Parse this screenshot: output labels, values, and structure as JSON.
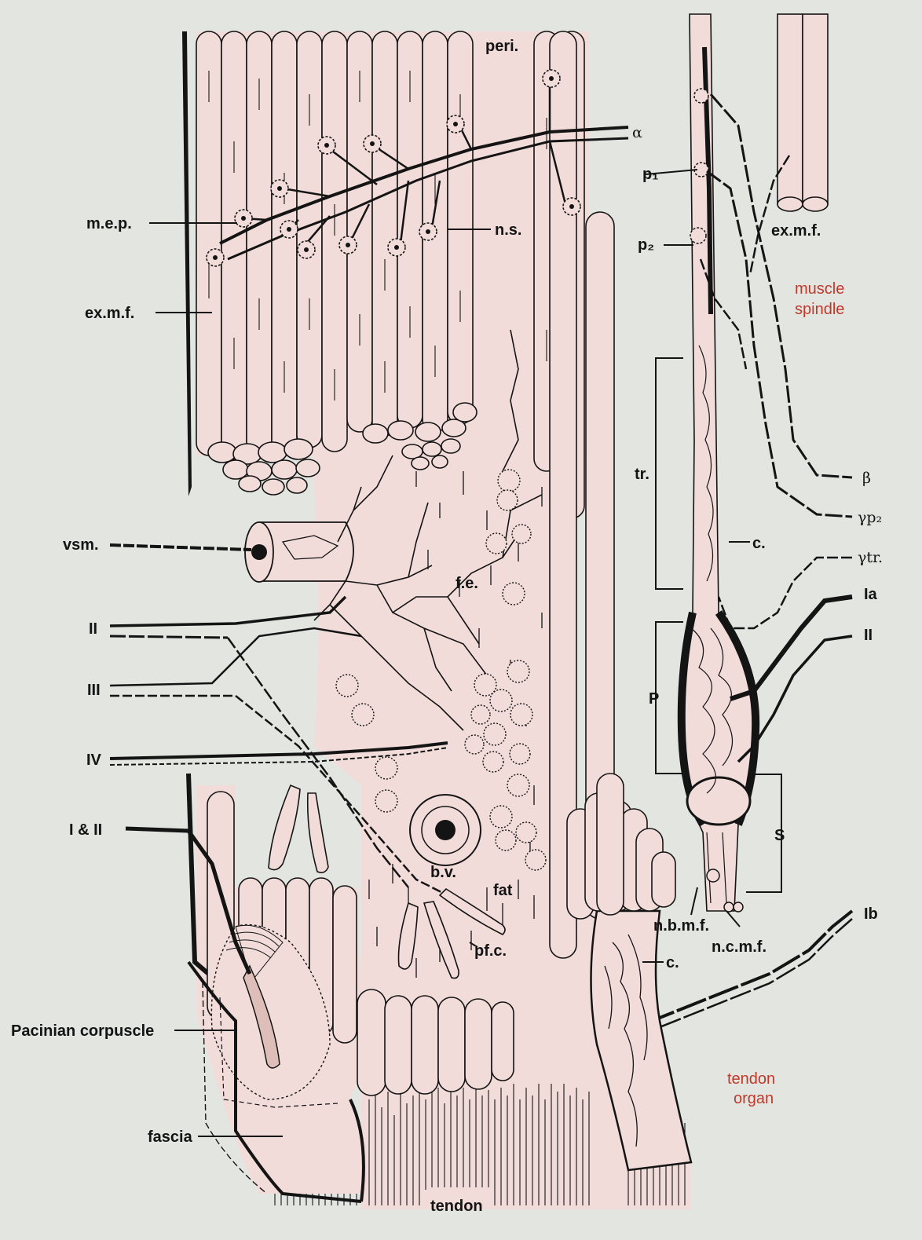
{
  "diagram": {
    "colors": {
      "background": "#e3e5e1",
      "tissue": "#f1dcd9",
      "ink": "#141414",
      "label_accent": "#c0392b"
    },
    "labels": {
      "peri": "peri.",
      "alpha": "α",
      "mep": "m.e.p.",
      "ns": "n.s.",
      "exmf_left": "ex.m.f.",
      "exmf_right": "ex.m.f.",
      "vsm": "vsm.",
      "fe": "f.e.",
      "ii_left": "II",
      "iii": "III",
      "iv": "IV",
      "i_and_ii": "I & II",
      "bv": "b.v.",
      "fat": "fat",
      "pfc": "pf.c.",
      "pacinian": "Pacinian corpuscle",
      "fascia": "fascia",
      "tendon": "tendon",
      "p1": "p₁",
      "p2": "p₂",
      "muscle_spindle_1": "muscle",
      "muscle_spindle_2": "spindle",
      "tr": "tr.",
      "c_spindle": "c.",
      "beta": "β",
      "gamma_p2": "γp₂",
      "gamma_tr": "γtr.",
      "ia": "Ia",
      "ii_right": "II",
      "p": "P",
      "s": "S",
      "nbmf": "n.b.m.f.",
      "ncmf": "n.c.m.f.",
      "c_tendon": "c.",
      "ib": "Ib",
      "tendon_organ_1": "tendon",
      "tendon_organ_2": "organ"
    }
  }
}
